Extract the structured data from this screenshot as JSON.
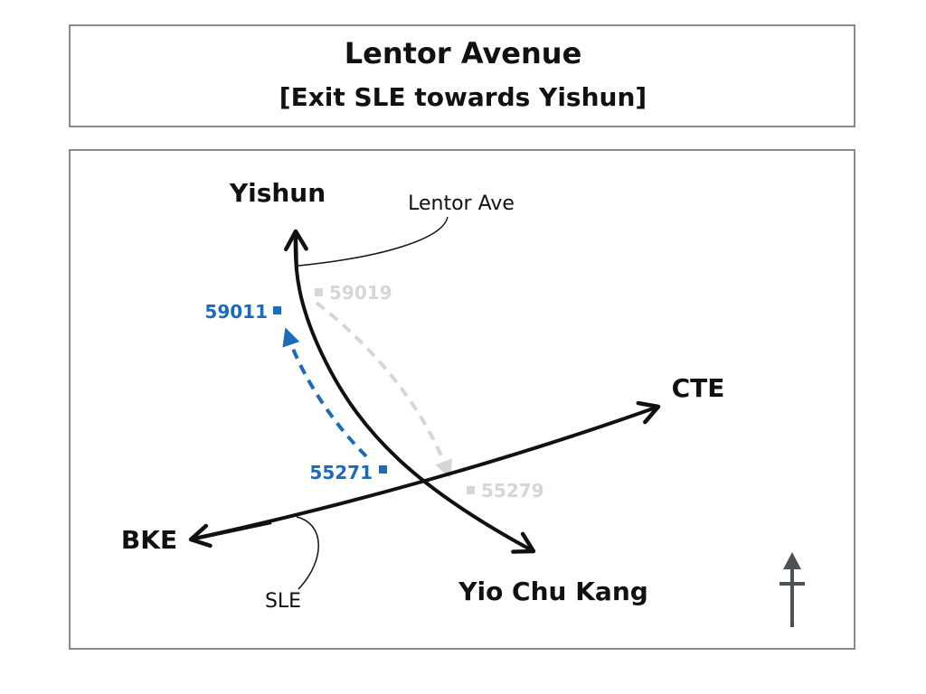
{
  "header": {
    "title": "Lentor Avenue",
    "subtitle": "[Exit SLE towards Yishun]"
  },
  "map": {
    "destinations": {
      "yishun": "Yishun",
      "cte": "CTE",
      "bke": "BKE",
      "yio_chu_kang": "Yio Chu Kang"
    },
    "roads": {
      "lentor_ave": "Lentor Ave",
      "sle": "SLE"
    },
    "bus_stops": [
      {
        "code": "59011",
        "color": "#1d6bb8"
      },
      {
        "code": "59019",
        "color": "#d6d6d6"
      },
      {
        "code": "55271",
        "color": "#1d6bb8"
      },
      {
        "code": "55279",
        "color": "#d6d6d6"
      }
    ]
  },
  "colors": {
    "road": "#111111",
    "active_route": "#1d6bb8",
    "inactive_route": "#d6d6d6",
    "north_arrow": "#4d5259",
    "border": "#8a8a8a"
  },
  "north_arrow_icon": "north-arrow-icon"
}
